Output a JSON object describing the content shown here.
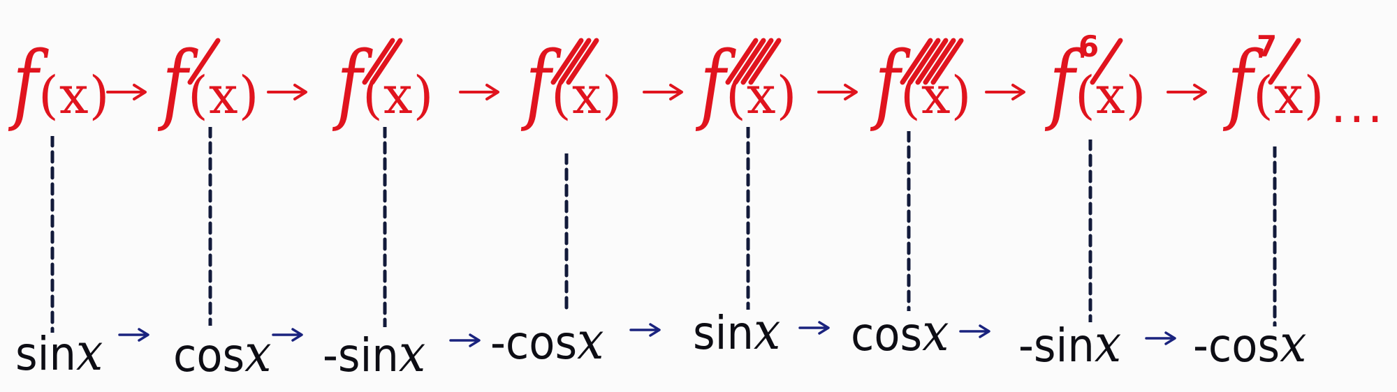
{
  "colors": {
    "function": "#e0141e",
    "result": "#0d0d14",
    "result_arrow": "#1a237e",
    "dashes": "#121a3a"
  },
  "derivatives": [
    {
      "text_f": "f",
      "text_arg": "(x)",
      "ticks": 0,
      "superscript": ""
    },
    {
      "text_f": "f",
      "text_arg": "(x)",
      "ticks": 1,
      "superscript": ""
    },
    {
      "text_f": "f",
      "text_arg": "(x)",
      "ticks": 2,
      "superscript": ""
    },
    {
      "text_f": "f",
      "text_arg": "(x)",
      "ticks": 3,
      "superscript": ""
    },
    {
      "text_f": "f",
      "text_arg": "(x)",
      "ticks": 4,
      "superscript": ""
    },
    {
      "text_f": "f",
      "text_arg": "(x)",
      "ticks": 5,
      "superscript": ""
    },
    {
      "text_f": "f",
      "text_arg": "(x)",
      "ticks": 1,
      "superscript": "6"
    },
    {
      "text_f": "f",
      "text_arg": "(x)",
      "ticks": 1,
      "superscript": "7"
    }
  ],
  "continuation": "...",
  "results": [
    {
      "sign": "",
      "func": "sin",
      "var": "x"
    },
    {
      "sign": "",
      "func": "cos",
      "var": "x"
    },
    {
      "sign": "-",
      "func": "sin",
      "var": "x"
    },
    {
      "sign": "-",
      "func": "cos",
      "var": "x"
    },
    {
      "sign": "",
      "func": "sin",
      "var": "x"
    },
    {
      "sign": "",
      "func": "cos",
      "var": "x"
    },
    {
      "sign": "-",
      "func": "sin",
      "var": "x"
    },
    {
      "sign": "-",
      "func": "cos",
      "var": "x"
    }
  ]
}
